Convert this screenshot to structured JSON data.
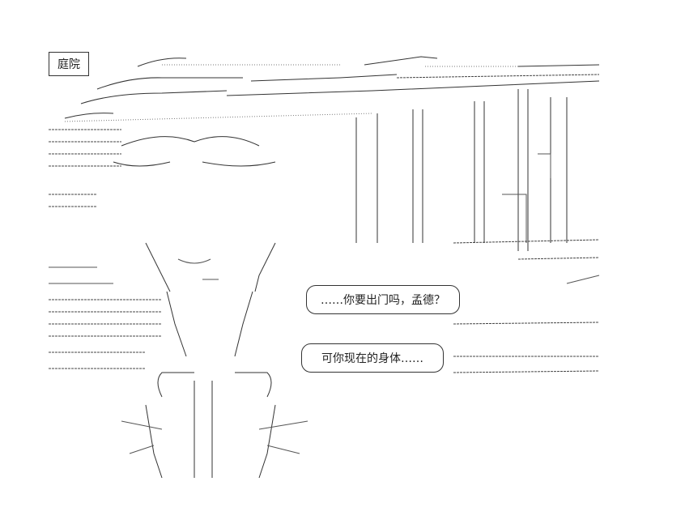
{
  "scene": {
    "location_label": "庭院"
  },
  "dialogue": [
    {
      "text": "……你要出门吗，孟德？"
    },
    {
      "text": "可你现在的身体……"
    }
  ]
}
